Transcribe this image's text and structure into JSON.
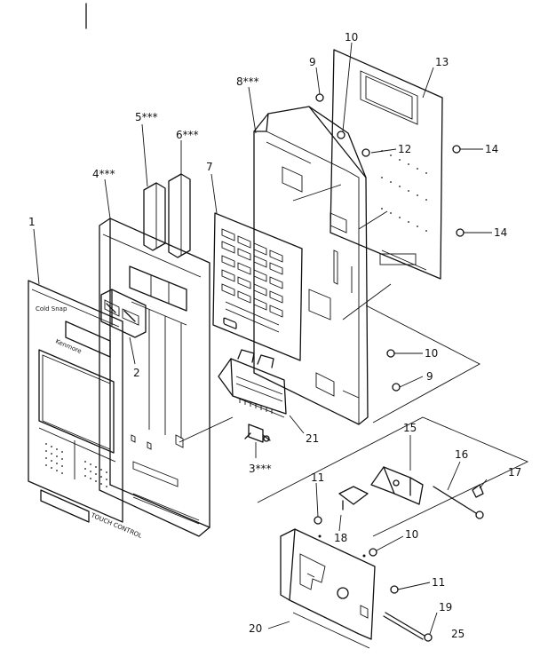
{
  "callouts": {
    "c1": "1",
    "c2": "2",
    "c3": "3***",
    "c4": "4***",
    "c5": "5***",
    "c6": "6***",
    "c7": "7",
    "c8": "8***",
    "c9a": "9",
    "c9b": "9",
    "c10a": "10",
    "c10b": "10",
    "c10c": "10",
    "c11a": "11",
    "c11b": "11",
    "c12": "12",
    "c13": "13",
    "c14a": "14",
    "c14b": "14",
    "c15": "15",
    "c16": "16",
    "c17": "17",
    "c18": "18",
    "c19": "19",
    "c20": "20",
    "c21": "21"
  },
  "panel_text": {
    "brand_top": "Cold Snap",
    "brand_mid": "Kenmore",
    "brand_bottom": "TOUCH CONTROL"
  },
  "page_code": "25"
}
